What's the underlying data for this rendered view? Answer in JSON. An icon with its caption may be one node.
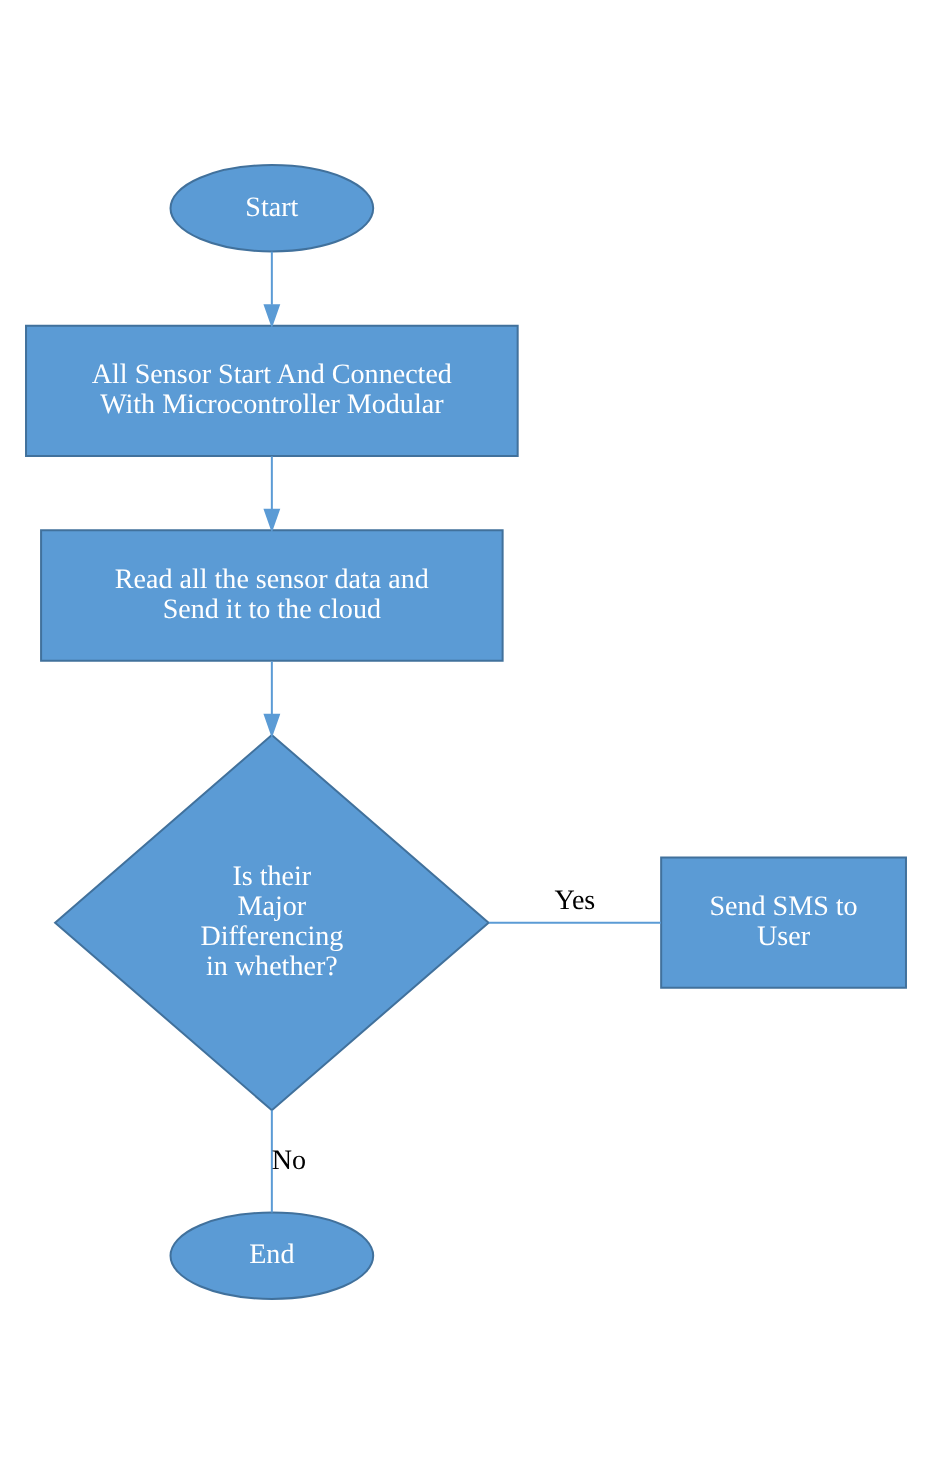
{
  "diagram": {
    "nodes": [
      {
        "text": [
          "Start"
        ]
      },
      {
        "text": [
          "All Sensor Start And Connected With Microcontroller Modular"
        ]
      },
      {
        "text": [
          "Read all the sensor data and Send it to the cloud"
        ]
      },
      {
        "text": [
          "Is their Major Differencing in whether?"
        ]
      },
      {
        "text": [
          "Send SMS to User"
        ]
      },
      {
        "text": [
          "End"
        ]
      }
    ],
    "edges": [
      {
        "from": 0,
        "to": 1,
        "arrow": "to"
      },
      {
        "from": 1,
        "to": 2,
        "arrow": "to"
      },
      {
        "from": 2,
        "to": 3,
        "arrow": "to"
      },
      {
        "from": 3,
        "to": 4,
        "arrow": "none",
        "label": "Yes"
      },
      {
        "from": 3,
        "to": 5,
        "arrow": "none",
        "label": "No"
      }
    ]
  }
}
